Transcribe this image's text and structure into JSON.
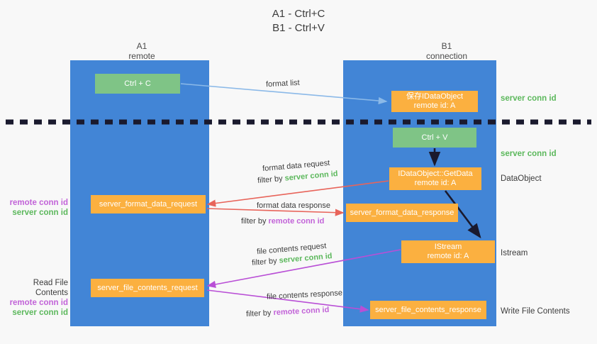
{
  "title": {
    "line1": "A1 - Ctrl+C",
    "line2": "B1 - Ctrl+V"
  },
  "columns": [
    {
      "name": "A1",
      "sub": "remote"
    },
    {
      "name": "B1",
      "sub": "connection"
    }
  ],
  "boxes": {
    "ctrl_c": "Ctrl + C",
    "ctrl_v": "Ctrl + V",
    "save_idataobject_line1": "保存IDataObject",
    "save_idataobject_line2": "remote id: A",
    "getdata_line1": "IDataObject::GetData",
    "getdata_line2": "remote id: A",
    "istream_line1": "IStream",
    "istream_line2": "remote id: A",
    "server_format_data_request": "server_format_data_request",
    "server_format_data_response": "server_format_data_response",
    "server_file_contents_request": "server_file_contents_request",
    "server_file_contents_response": "server_file_contents_response"
  },
  "right_labels": {
    "server_conn_id_top": "server conn id",
    "server_conn_id_mid": "server conn id",
    "dataobject": "DataObject",
    "istream": "Istream",
    "write_file_contents": "Write File Contents"
  },
  "left_labels": {
    "remote_conn_id_1": "remote conn id",
    "server_conn_id_1": "server conn id",
    "read_file_contents": "Read File Contents",
    "remote_conn_id_2": "remote conn id",
    "server_conn_id_2": "server conn id"
  },
  "arrow_labels": {
    "format_list": "format list",
    "format_data_request": "format data request",
    "filter_by_prefix": "filter by ",
    "filter_server_conn_id": "server conn id",
    "format_data_response": "format data response",
    "filter_remote_conn_id": "remote conn id",
    "file_contents_request": "file contents request",
    "file_contents_response": "file contents response"
  },
  "colors": {
    "lane": "#4285d6",
    "green_box": "#7fc486",
    "orange_box": "#fbb040",
    "server_conn_text": "#5cb85c",
    "remote_conn_text": "#c263d8",
    "arrow_light_blue": "#8bb9e8",
    "arrow_red": "#e8645a",
    "arrow_purple": "#b94fd6",
    "arrow_dark": "#1a1a2e",
    "background": "#f8f8f8"
  }
}
